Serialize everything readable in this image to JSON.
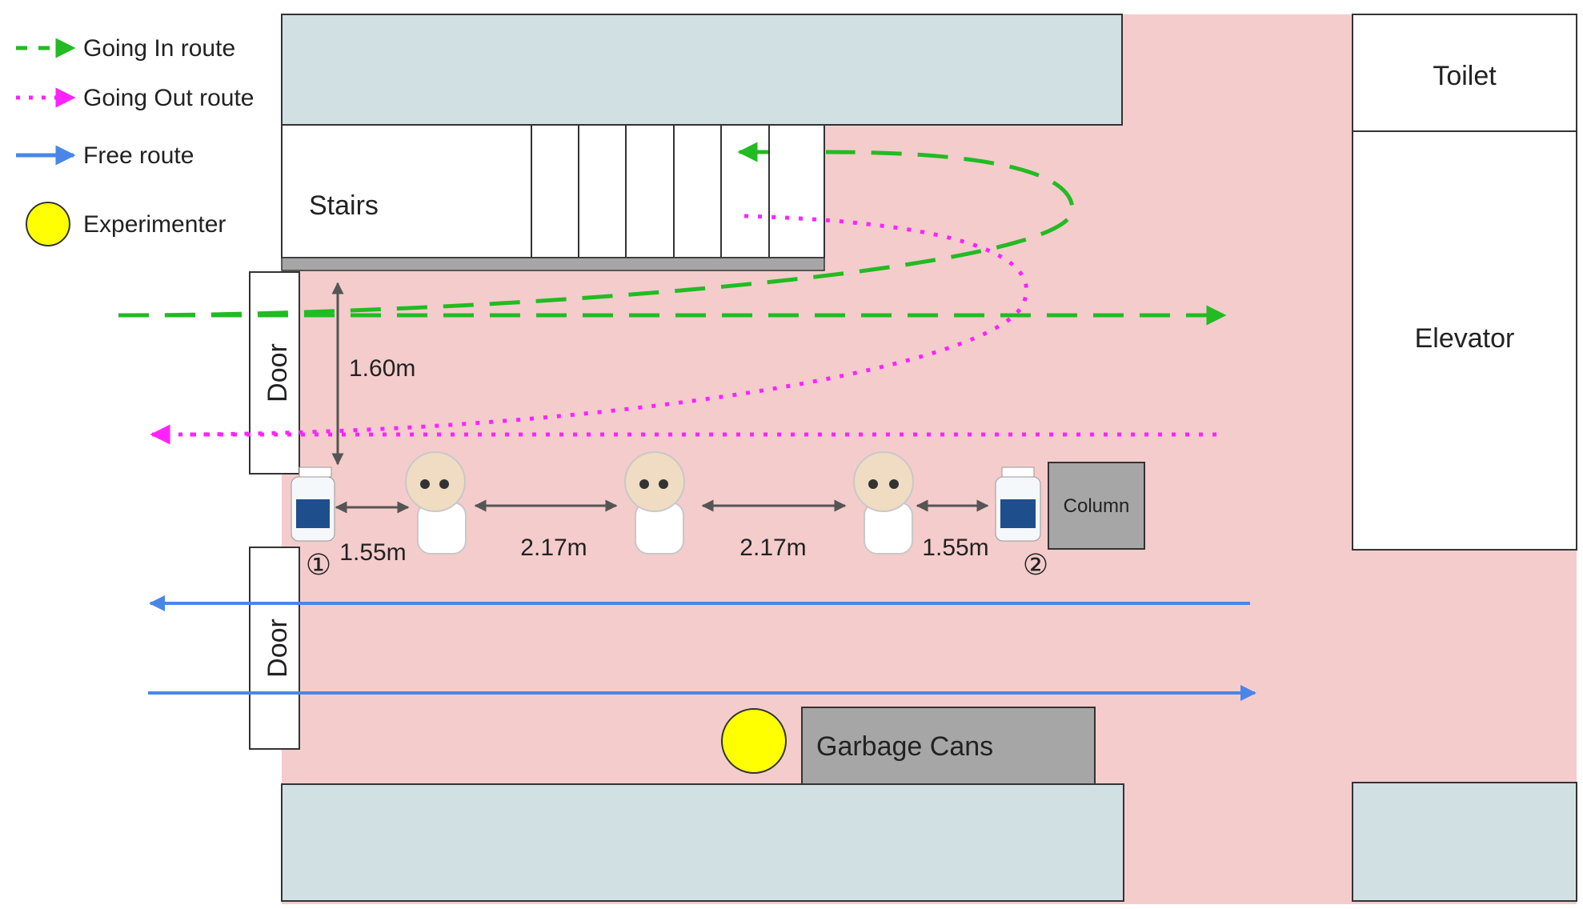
{
  "legend": {
    "going_in": "Going In route",
    "going_out": "Going Out route",
    "free": "Free route",
    "experimenter": "Experimenter"
  },
  "labels": {
    "stairs": "Stairs",
    "toilet": "Toilet",
    "elevator": "Elevator",
    "door_top": "Door",
    "door_bottom": "Door",
    "column": "Column",
    "garbage_cans": "Garbage Cans",
    "corridor_width": "1.60m",
    "dist_1": "1.55m",
    "dist_2": "2.17m",
    "dist_3": "2.17m",
    "dist_4": "1.55m",
    "station_1": "①",
    "station_2": "②"
  },
  "colors": {
    "going_in": "#22bb22",
    "going_out": "#ff22ff",
    "free": "#4a86e8",
    "experimenter": "#ffff00",
    "corridor": "#f4cccc",
    "wall": "#d0e0e3",
    "object_gray": "#a6a6a6"
  }
}
